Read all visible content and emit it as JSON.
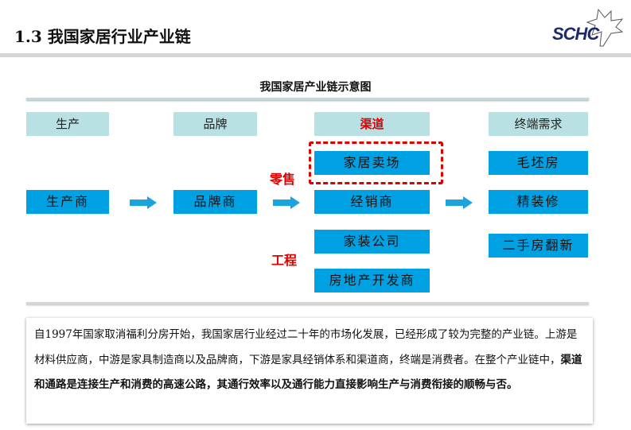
{
  "header": {
    "title": "1.3 我国家居行业产业链",
    "logo_text": "SCHC"
  },
  "diagram": {
    "title": "我国家居产业链示意图",
    "columns": [
      "生产",
      "品牌",
      "渠道",
      "终端需求"
    ],
    "producer": "生产商",
    "brand": "品牌商",
    "channels": [
      "家居卖场",
      "经销商",
      "家装公司",
      "房地产开发商"
    ],
    "demand": [
      "毛坯房",
      "精装修",
      "二手房翻新"
    ],
    "labels": {
      "retail": "零售",
      "engineering": "工程"
    },
    "colors": {
      "box": "#00a1e3",
      "header": "#b9e0e2",
      "highlight": "#e00000"
    }
  },
  "description": {
    "normal": "自1997年国家取消福利分房开始，我国家居行业经过二十年的市场化发展，已经形成了较为完整的产业链。上游是材料供应商，中游是家具制造商以及品牌商，下游是家具经销体系和渠道商，终端是消费者。在整个产业链中，",
    "bold": "渠道和通路是连接生产和消费的高速公路，其通行效率以及通行能力直接影响生产与消费衔接的顺畅与否。"
  }
}
